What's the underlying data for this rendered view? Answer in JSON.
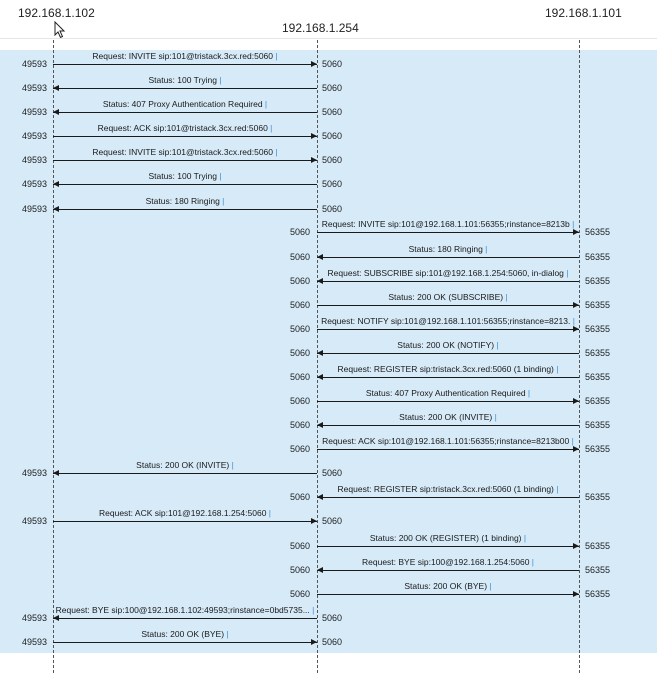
{
  "hosts": [
    "192.168.1.102",
    "192.168.1.254",
    "192.168.1.101"
  ],
  "colors": {
    "background": "#d6eaf8",
    "line": "#1a1a1a",
    "cursor_marker": "#3a8fd8"
  },
  "icons": {
    "pointer": "mouse-pointer-icon"
  },
  "messages": [
    {
      "from": 0,
      "to": 1,
      "label": "Request: INVITE sip:101@tristack.3cx.red:5060",
      "from_port": "49593",
      "to_port": "5060"
    },
    {
      "from": 1,
      "to": 0,
      "label": "Status: 100 Trying",
      "from_port": "5060",
      "to_port": "49593"
    },
    {
      "from": 1,
      "to": 0,
      "label": "Status: 407 Proxy Authentication Required",
      "from_port": "5060",
      "to_port": "49593"
    },
    {
      "from": 0,
      "to": 1,
      "label": "Request: ACK sip:101@tristack.3cx.red:5060",
      "from_port": "49593",
      "to_port": "5060"
    },
    {
      "from": 0,
      "to": 1,
      "label": "Request: INVITE sip:101@tristack.3cx.red:5060",
      "from_port": "49593",
      "to_port": "5060"
    },
    {
      "from": 1,
      "to": 0,
      "label": "Status: 100 Trying",
      "from_port": "5060",
      "to_port": "49593"
    },
    {
      "from": 1,
      "to": 0,
      "label": "Status: 180 Ringing",
      "from_port": "5060",
      "to_port": "49593"
    },
    {
      "from": 1,
      "to": 2,
      "label": "Request: INVITE sip:101@192.168.1.101:56355;rinstance=8213b",
      "from_port": "5060",
      "to_port": "56355"
    },
    {
      "from": 2,
      "to": 1,
      "label": "Status: 180 Ringing",
      "from_port": "56355",
      "to_port": "5060"
    },
    {
      "from": 2,
      "to": 1,
      "label": "Request: SUBSCRIBE sip:101@192.168.1.254:5060, in-dialog",
      "from_port": "56355",
      "to_port": "5060"
    },
    {
      "from": 1,
      "to": 2,
      "label": "Status: 200 OK (SUBSCRIBE)",
      "from_port": "5060",
      "to_port": "56355"
    },
    {
      "from": 1,
      "to": 2,
      "label": "Request: NOTIFY sip:101@192.168.1.101:56355;rinstance=8213.",
      "from_port": "5060",
      "to_port": "56355"
    },
    {
      "from": 2,
      "to": 1,
      "label": "Status: 200 OK (NOTIFY)",
      "from_port": "56355",
      "to_port": "5060"
    },
    {
      "from": 2,
      "to": 1,
      "label": "Request: REGISTER sip:tristack.3cx.red:5060  (1 binding)",
      "from_port": "56355",
      "to_port": "5060"
    },
    {
      "from": 1,
      "to": 2,
      "label": "Status: 407 Proxy Authentication Required",
      "from_port": "5060",
      "to_port": "56355"
    },
    {
      "from": 2,
      "to": 1,
      "label": "Status: 200 OK (INVITE)",
      "from_port": "56355",
      "to_port": "5060"
    },
    {
      "from": 1,
      "to": 2,
      "label": "Request: ACK sip:101@192.168.1.101:56355;rinstance=8213b00",
      "from_port": "5060",
      "to_port": "56355"
    },
    {
      "from": 1,
      "to": 0,
      "label": "Status: 200 OK (INVITE)",
      "from_port": "5060",
      "to_port": "49593"
    },
    {
      "from": 2,
      "to": 1,
      "label": "Request: REGISTER sip:tristack.3cx.red:5060  (1 binding)",
      "from_port": "56355",
      "to_port": "5060"
    },
    {
      "from": 0,
      "to": 1,
      "label": "Request: ACK sip:101@192.168.1.254:5060",
      "from_port": "49593",
      "to_port": "5060"
    },
    {
      "from": 1,
      "to": 2,
      "label": "Status: 200 OK (REGISTER)  (1 binding)",
      "from_port": "5060",
      "to_port": "56355"
    },
    {
      "from": 2,
      "to": 1,
      "label": "Request: BYE sip:100@192.168.1.254:5060",
      "from_port": "56355",
      "to_port": "5060"
    },
    {
      "from": 1,
      "to": 2,
      "label": "Status: 200 OK (BYE)",
      "from_port": "5060",
      "to_port": "56355"
    },
    {
      "from": 1,
      "to": 0,
      "label": "Request: BYE sip:100@192.168.1.102:49593;rinstance=0bd5735...",
      "from_port": "5060",
      "to_port": "49593"
    },
    {
      "from": 0,
      "to": 1,
      "label": "Status: 200 OK (BYE)",
      "from_port": "49593",
      "to_port": "5060"
    }
  ]
}
